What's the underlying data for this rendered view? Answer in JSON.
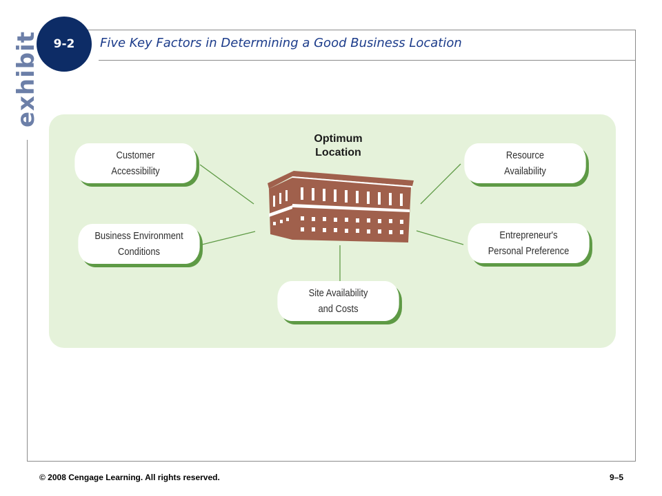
{
  "sidebar": {
    "label": "exhibit"
  },
  "header": {
    "badge": "9-2",
    "title": "Five Key Factors in Determining a Good Business Location"
  },
  "diagram": {
    "center": {
      "line1": "Optimum",
      "line2": "Location"
    },
    "factors": {
      "customer": {
        "line1": "Customer",
        "line2": "Accessibility"
      },
      "business": {
        "line1": "Business Environment",
        "line2": "Conditions"
      },
      "site": {
        "line1": "Site Availability",
        "line2": "and Costs"
      },
      "resource": {
        "line1": "Resource",
        "line2": "Availability"
      },
      "entrepreneur": {
        "line1": "Entrepreneur's",
        "line2": "Personal Preference"
      }
    }
  },
  "colors": {
    "badge": "#0d2c66",
    "title": "#1b3b8a",
    "panel": "#e5f2da",
    "pill_shadow": "#5e9a45",
    "building": "#a0604c"
  },
  "footer": {
    "copyright": "© 2008 Cengage Learning. All rights reserved.",
    "page": "9–5"
  }
}
